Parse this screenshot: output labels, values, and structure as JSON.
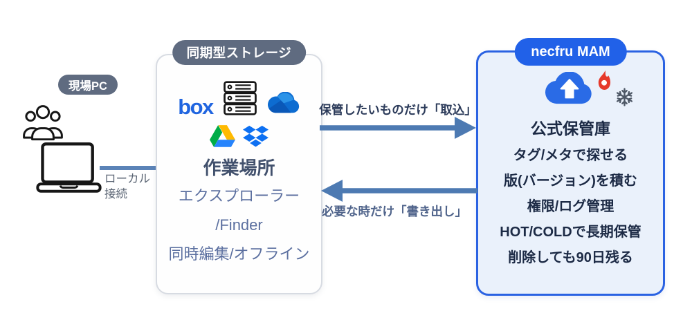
{
  "site_pc": {
    "badge": "現場PC",
    "connection_label": "ローカル\n接続"
  },
  "sync_storage": {
    "badge": "同期型ストレージ",
    "box_logo": "box",
    "title": "作業場所",
    "lines": [
      "エクスプローラー",
      "/Finder",
      "同時編集/オフライン"
    ]
  },
  "mam": {
    "badge": "necfru MAM",
    "title": "公式保管庫",
    "features": [
      "タグ/メタで探せる",
      "版(バージョン)を積む",
      "権限/ログ管理",
      "HOT/COLDで長期保管",
      "削除しても90日残る"
    ]
  },
  "flows": {
    "ingest": "保管したいものだけ「取込」",
    "export": "必要な時だけ「書き出し」"
  },
  "icons": {
    "left": [
      "users-icon",
      "laptop-icon"
    ],
    "sync_storage": [
      "box-logo",
      "nas-server-icon",
      "onedrive-icon",
      "google-drive-icon",
      "dropbox-icon"
    ],
    "mam": [
      "cloud-upload-icon",
      "fire-icon",
      "snowflake-icon"
    ]
  },
  "colors": {
    "badge_slate": "#5F6B80",
    "mam_blue": "#2161E8",
    "mam_border": "#2A62E2",
    "mam_bg": "#EAF1FB",
    "arrow_blue": "#4D7AB2",
    "connection_blue": "#5B83B7",
    "sync_border": "#D7DBE2",
    "box_logo_blue": "#2065E0",
    "fire_red": "#E6392B",
    "snow_gray": "#4E5866"
  }
}
